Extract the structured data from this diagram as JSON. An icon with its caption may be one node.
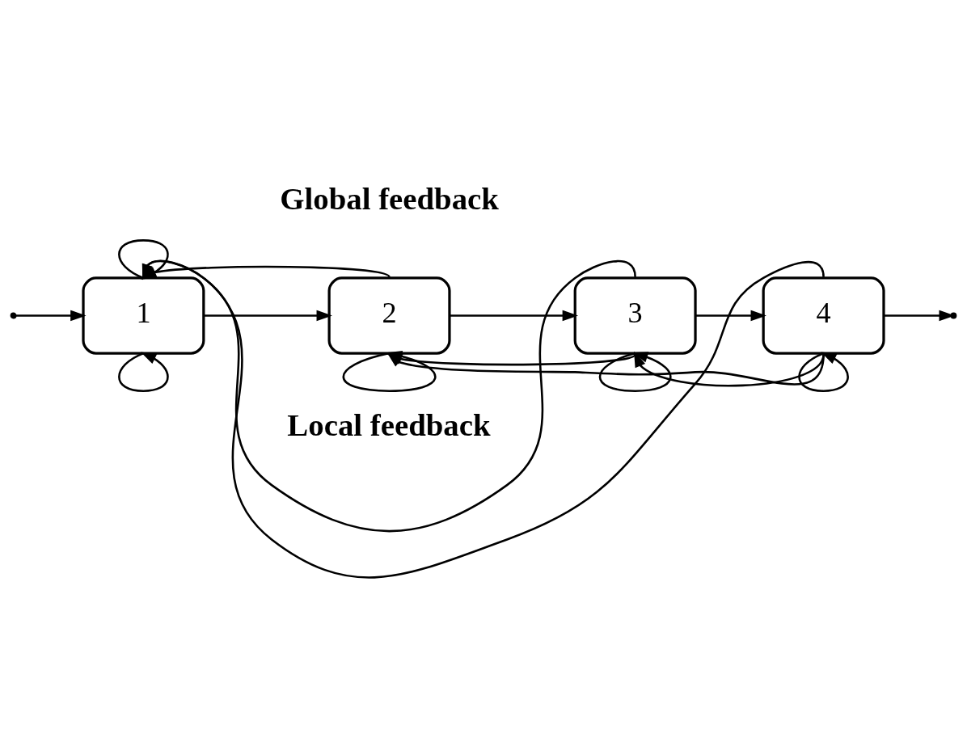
{
  "diagram": {
    "nodes": [
      {
        "text": [
          "1"
        ]
      },
      {
        "text": [
          "2"
        ]
      },
      {
        "text": [
          "3"
        ]
      },
      {
        "text": [
          "4"
        ]
      }
    ],
    "edges": [
      {
        "from": null,
        "to": 0,
        "arrow": "to"
      },
      {
        "from": 0,
        "to": 1,
        "arrow": "to"
      },
      {
        "from": 1,
        "to": 2,
        "arrow": "to"
      },
      {
        "from": 2,
        "to": 3,
        "arrow": "to"
      },
      {
        "from": 3,
        "to": null,
        "arrow": "to"
      },
      {
        "from": 0,
        "to": 0,
        "arrow": "to"
      },
      {
        "from": 1,
        "to": 0,
        "arrow": "to"
      },
      {
        "from": 2,
        "to": 0,
        "arrow": "to"
      },
      {
        "from": 3,
        "to": 0,
        "arrow": "to"
      },
      {
        "from": 0,
        "to": 0,
        "arrow": "to"
      },
      {
        "from": 1,
        "to": 1,
        "arrow": "to"
      },
      {
        "from": 2,
        "to": 2,
        "arrow": "to"
      },
      {
        "from": 2,
        "to": 1,
        "arrow": "to"
      },
      {
        "from": 3,
        "to": 3,
        "arrow": "to"
      },
      {
        "from": 3,
        "to": 1,
        "arrow": "to"
      },
      {
        "from": 3,
        "to": 2,
        "arrow": "to"
      }
    ],
    "labels": [
      "Global feedback",
      "Local feedback"
    ]
  }
}
